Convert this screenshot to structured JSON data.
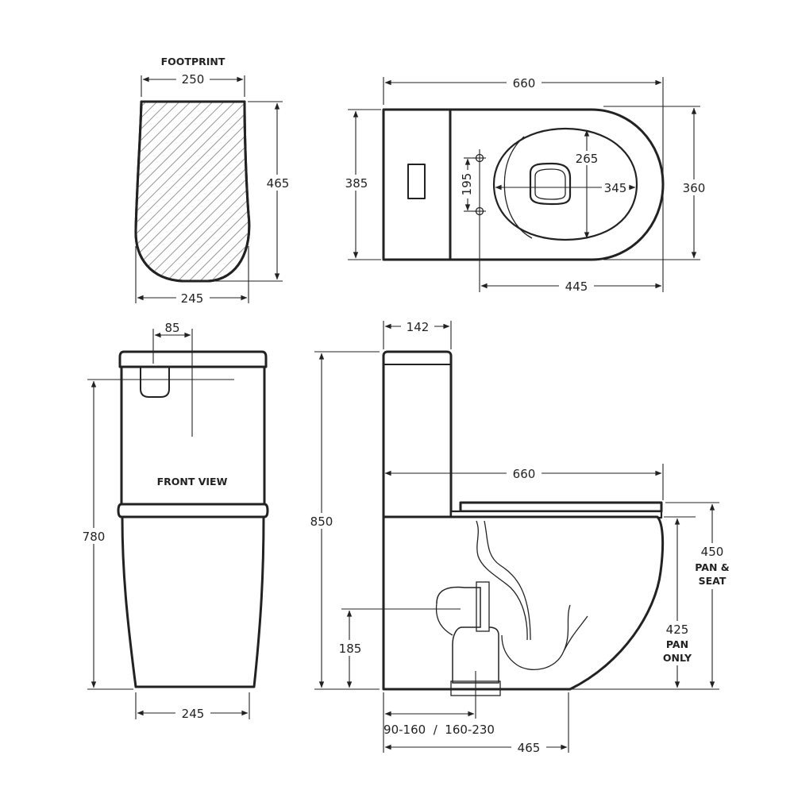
{
  "labels": {
    "footprint": "FOOTPRINT",
    "front_view": "FRONT VIEW",
    "pan_seat_line1": "PAN &",
    "pan_seat_line2": "SEAT",
    "pan_only_line1": "PAN",
    "pan_only_line2": "ONLY"
  },
  "dimensions": {
    "footprint_top_width": "250",
    "footprint_depth": "465",
    "footprint_bottom_width": "245",
    "plan_overall_length": "660",
    "plan_cistern_depth": "385",
    "plan_fixing_spacing": "195",
    "plan_bowl_length": "265",
    "plan_seat_width": "345",
    "plan_overall_width": "360",
    "plan_fixing_to_front": "445",
    "front_inlet_offset": "85",
    "front_cistern_height": "780",
    "front_base_width": "245",
    "side_cistern_depth": "142",
    "side_overall_height": "850",
    "side_overall_length": "660",
    "side_pan_seat_height": "450",
    "side_pan_only_height": "425",
    "side_outlet_height": "185",
    "side_set_out": "90-160  /  160-230",
    "side_base_depth": "465"
  },
  "colors": {
    "line": "#222222",
    "hatch": "#9a9a9a",
    "background": "#ffffff"
  }
}
